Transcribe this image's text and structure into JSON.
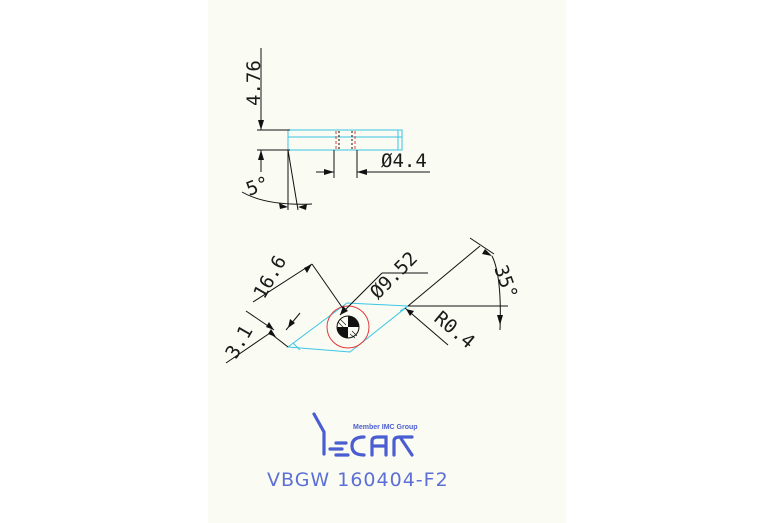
{
  "dimensions": {
    "thickness": "4.76",
    "hole_diameter": "Ø4.4",
    "clearance_angle": "5°",
    "length": "16.6",
    "inscribed_circle": "Ø9.52",
    "included_angle": "35°",
    "corner_radius": "R0.4",
    "land": "3.1"
  },
  "logo": {
    "subtitle": "Member IMC Group",
    "brand": "Iscar",
    "icon": "iscar-logo-icon"
  },
  "part_number": "VBGW 160404-F2",
  "colors": {
    "outline": "#39c6e6",
    "hidden": "#e23b3b",
    "dimension": "#111111",
    "brand": "#4b5ed1"
  }
}
